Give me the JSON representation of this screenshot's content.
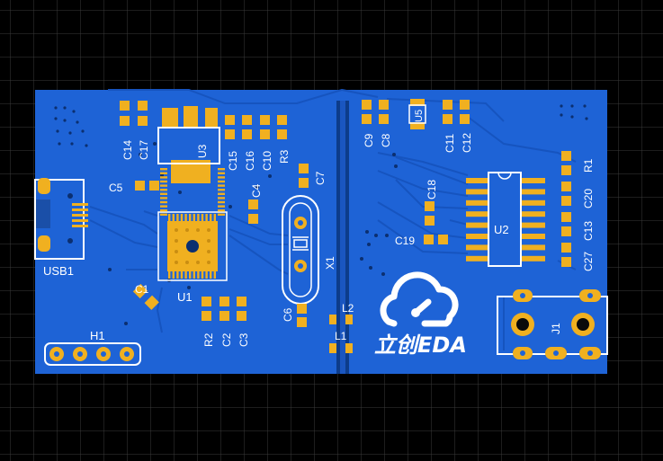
{
  "colors": {
    "background": "#000000",
    "grid": "#3a3a3a",
    "board_copper": "#1e63d6",
    "board_light": "#2a78ea",
    "pad_gold": "#f0b020",
    "silkscreen": "#ffffff",
    "trace": "#155bc8",
    "divider": "#0d3c8a"
  },
  "logo": {
    "text": "立创EDA",
    "icon": "cloud-icon"
  },
  "labels": {
    "C14": "C14",
    "C17": "C17",
    "U3": "U3",
    "C15": "C15",
    "C16": "C16",
    "C10": "C10",
    "R3": "R3",
    "C9": "C9",
    "C8": "C8",
    "U5": "U5",
    "C11": "C11",
    "C12": "C12",
    "C5": "C5",
    "C4": "C4",
    "C7": "C7",
    "C18": "C18",
    "U2": "U2",
    "R1": "R1",
    "C20": "C20",
    "C13": "C13",
    "C27": "C27",
    "C19": "C19",
    "USB1": "USB1",
    "X1": "X1",
    "C1": "C1",
    "U1": "U1",
    "C6": "C6",
    "L2": "L2",
    "L1": "L1",
    "J1": "J1",
    "R2": "R2",
    "C2": "C2",
    "C3": "C3",
    "H1": "H1"
  }
}
